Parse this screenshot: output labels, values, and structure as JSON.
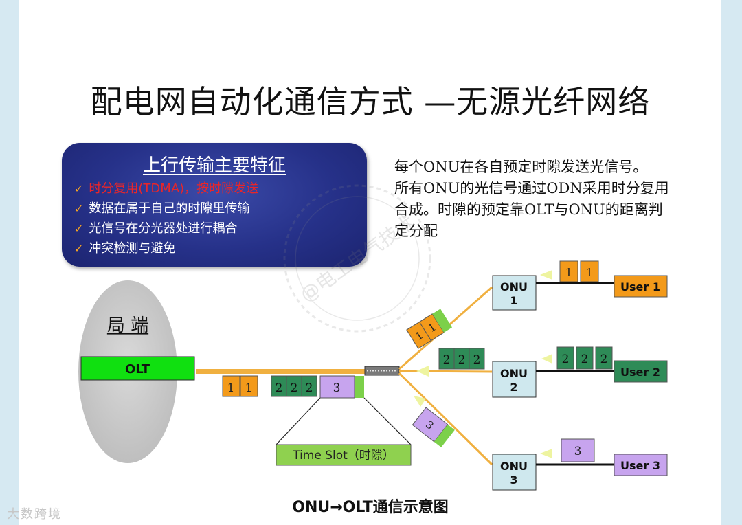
{
  "slide": {
    "title": "配电网自动化通信方式 —无源光纤网络",
    "caption": "ONU→OLT通信示意图"
  },
  "features_panel": {
    "heading": "上行传输主要特征",
    "items": [
      {
        "text": "时分复用(TDMA)，按时隙发送",
        "highlight": true
      },
      {
        "text": "数据在属于自己的时隙里传输",
        "highlight": false
      },
      {
        "text": "光信号在分光器处进行耦合",
        "highlight": false
      },
      {
        "text": "冲突检测与避免",
        "highlight": false
      }
    ],
    "check_icon": "✓"
  },
  "description": [
    "每个ONU在各自预定时隙发送光信号。",
    "所有ONU的光信号通过ODN采用时分复用",
    "合成。时隙的预定靠OLT与ONU的距离判",
    "定分配"
  ],
  "diagram": {
    "central_office": "局 端",
    "olt": "OLT",
    "time_slot": "Time Slot（时隙）",
    "onus": [
      {
        "line1": "ONU",
        "line2": "1",
        "user": "User 1",
        "slot": "1"
      },
      {
        "line1": "ONU",
        "line2": "2",
        "user": "User 2",
        "slot": "2"
      },
      {
        "line1": "ONU",
        "line2": "3",
        "user": "User 3",
        "slot": "3"
      }
    ]
  },
  "watermarks": {
    "center": "@电工电气技术",
    "bottom_left": "大数跨境"
  },
  "colors": {
    "orange": "#f39a1a",
    "green": "#2e8b57",
    "purple": "#b58fe6",
    "lime": "#10e010",
    "onu_fill": "#cfe8ee",
    "fiber": "#f0b040",
    "panel": "#263189"
  }
}
